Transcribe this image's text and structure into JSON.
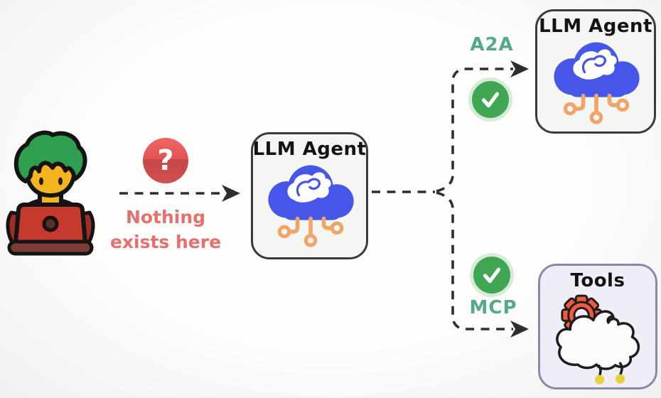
{
  "diagram": {
    "person": {
      "icon": "person-at-laptop-icon"
    },
    "question_badge": {
      "glyph": "?",
      "color": "#d95050"
    },
    "note": {
      "line1": "Nothing",
      "line2": "exists here",
      "color": "#e5706e"
    },
    "center_agent": {
      "title": "LLM Agent",
      "icon": "cloud-ai-whale-icon"
    },
    "remote_agent": {
      "title": "LLM Agent",
      "icon": "cloud-ai-whale-icon"
    },
    "tools_node": {
      "title": "Tools",
      "icon": "gear-cloud-icon"
    },
    "branch_top": {
      "label": "A2A",
      "status": "check",
      "status_color": "#41a654",
      "label_color": "#55a98b"
    },
    "branch_bottom": {
      "label": "MCP",
      "status": "check",
      "status_color": "#41a654",
      "label_color": "#55a98b"
    }
  },
  "colors": {
    "cloud_blue": "#4656e8",
    "circuit_orange": "#f0a468",
    "box_border": "#3a3a3a",
    "tools_border": "#8f84ad",
    "connector_dark": "#2e2e2e",
    "check_green": "#41a654",
    "note_salmon": "#e5706e",
    "badge_red": "#d95050"
  }
}
